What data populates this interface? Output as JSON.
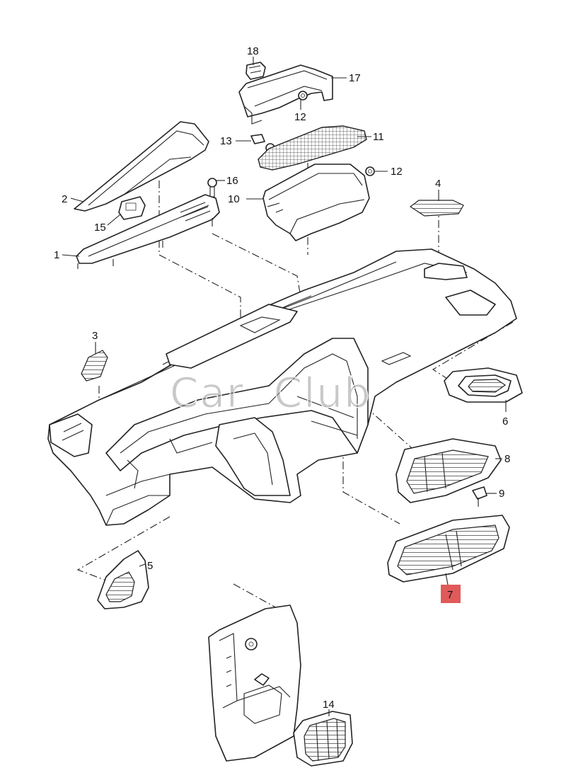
{
  "watermark": "Car  Club",
  "callouts": {
    "c1": "1",
    "c2": "2",
    "c3": "3",
    "c4": "4",
    "c5": "5",
    "c6": "6",
    "c7": "7",
    "c8": "8",
    "c9": "9",
    "c10": "10",
    "c11": "11",
    "c12a": "12",
    "c12b": "12",
    "c13": "13",
    "c14": "14",
    "c15": "15",
    "c16": "16",
    "c17": "17",
    "c18": "18"
  },
  "highlight": {
    "part": "7",
    "color": "#e05a5a"
  }
}
